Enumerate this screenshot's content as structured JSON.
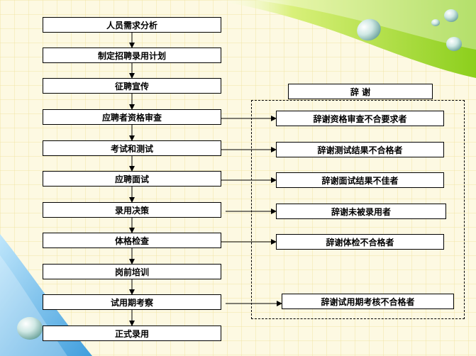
{
  "flow": {
    "steps": [
      "人员需求分析",
      "制定招聘录用计划",
      "征聘宣传",
      "应聘者资格审查",
      "考试和测试",
      "应聘面试",
      "录用决策",
      "体格检查",
      "岗前培训",
      "试用期考察",
      "正式录用"
    ]
  },
  "rejection": {
    "title": "辞 谢",
    "items": [
      "辞谢资格审查不合要求者",
      "辞谢测试结果不合格者",
      "辞谢面试结果不佳者",
      "辞谢未被录用者",
      "辞谢体检不合格者",
      "辞谢试用期考核不合格者"
    ]
  }
}
